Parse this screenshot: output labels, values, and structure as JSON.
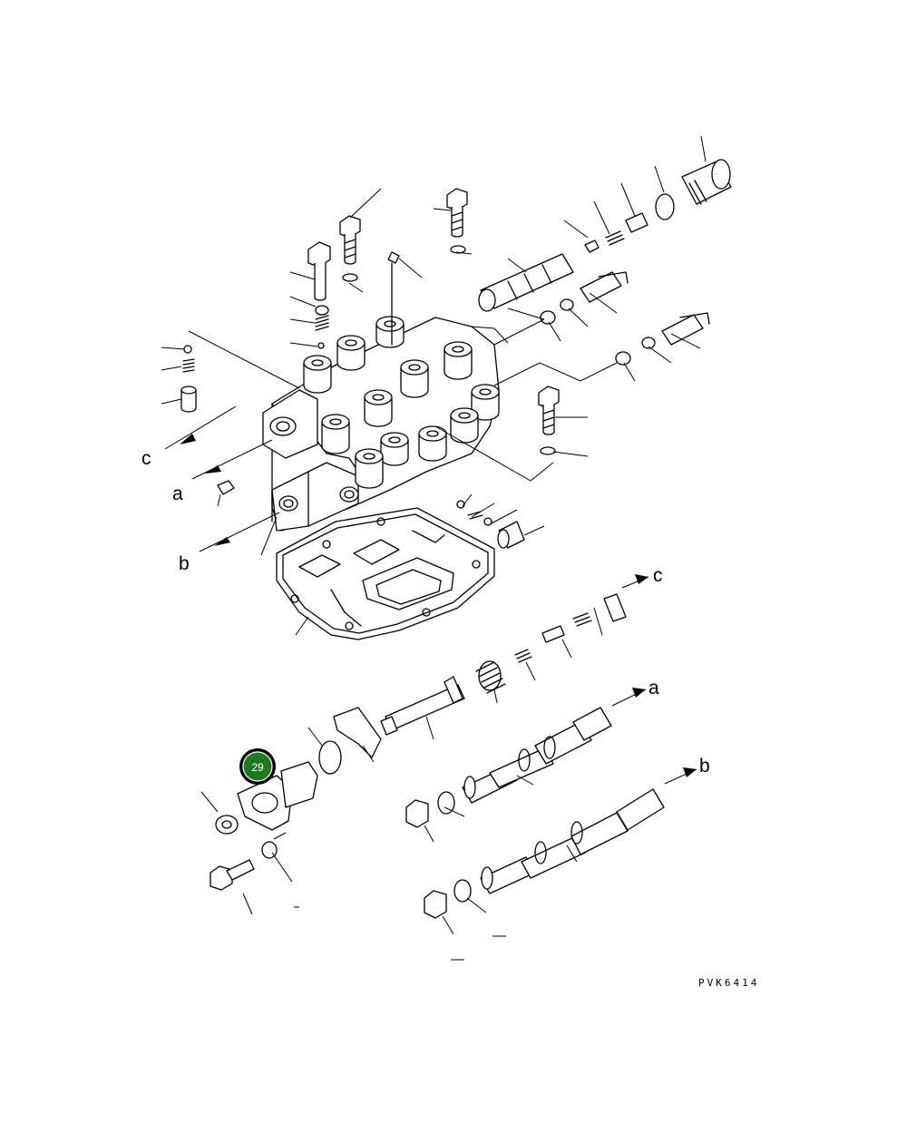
{
  "diagram": {
    "drawing_code": "PVK6414",
    "flow_labels": [
      "c",
      "a",
      "b",
      "c",
      "a",
      "b"
    ],
    "badge": {
      "label": "29",
      "fill": "#1f7a1f",
      "ring": "#000000"
    }
  }
}
